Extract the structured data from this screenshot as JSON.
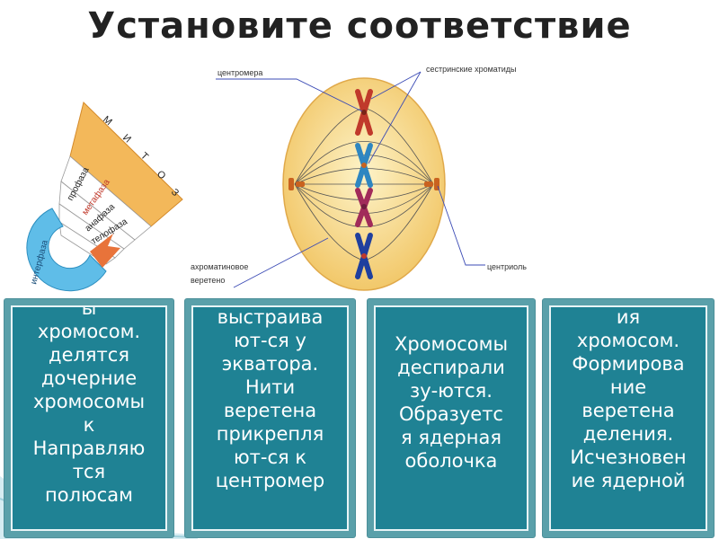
{
  "title": "Установите соответствие",
  "fan": {
    "mitoz_letters": [
      "М",
      "И",
      "Т",
      "О",
      "З"
    ],
    "phases": [
      "профаза",
      "метафаза",
      "анафаза",
      "телофаза"
    ],
    "interphase": "интерфаза"
  },
  "cell_labels": {
    "centromere": "центромера",
    "sister_chromatids": "сестринские хроматиды",
    "spindle": "ахроматиновое\nверетено",
    "centriole": "центриоль"
  },
  "cards": [
    {
      "text": "ы\nхромосом.\nделятся\nдочерние\nхромосомы\nк\nНаправляю\nтся\nполюсам"
    },
    {
      "text": "выстраива\nют-ся у\nэкватора.\nНити\nверетена\nприкрепля\nют-ся к\nцентромер"
    },
    {
      "text": "Хромосомы\nдеспирали\nзу-ются.\nОбразуетс\nя ядерная\nоболочка"
    },
    {
      "text": "ия\nхромосом.\nФормирова\nние\nверетена\nделения.\nИсчезновен\nие ядерной"
    }
  ],
  "colors": {
    "card_outer": "#5aa0aa",
    "card_inner": "#1f8294",
    "cell_fill": "#f6d98a",
    "fan_band": "#f3b85a"
  }
}
